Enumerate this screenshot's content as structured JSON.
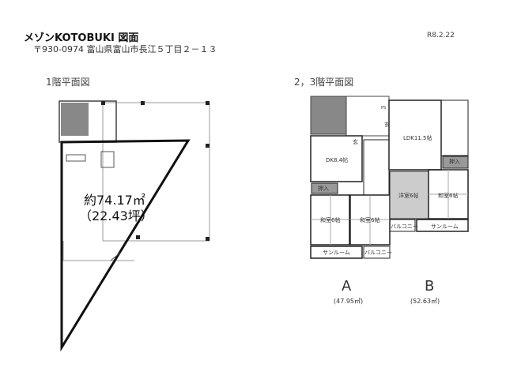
{
  "header": {
    "title": "メゾンKOTOBUKI 図面",
    "address": "〒930-0974 富山県富山市長江５丁目２－１３",
    "date": "R8.2.22"
  },
  "floor1": {
    "heading": "1階平面図",
    "area_sqm": "約74.17㎡",
    "area_tsubo": "（22.43坪）"
  },
  "floor23": {
    "heading": "2，3階平面図",
    "rooms": {
      "dk": "DK8.4帖",
      "ldk": "LDK11.5帖",
      "oshiire_a": "押入",
      "oshiire_b": "押入",
      "washitsu_a1": "和室6帖",
      "washitsu_a2": "和室6帖",
      "yoshitsu_b": "洋室6帖",
      "washitsu_b": "和室6帖",
      "sunroom_a": "サンルーム",
      "balcony_a": "バルコニー",
      "balcony_b": "バルコニー",
      "sunroom_b": "サンルーム",
      "genkan_a": "玄",
      "genkan_b": "玄",
      "ps": "PS"
    },
    "unit_a": {
      "label": "A",
      "area": "(47.95㎡)"
    },
    "unit_b": {
      "label": "B",
      "area": "(52.63㎡)"
    }
  }
}
